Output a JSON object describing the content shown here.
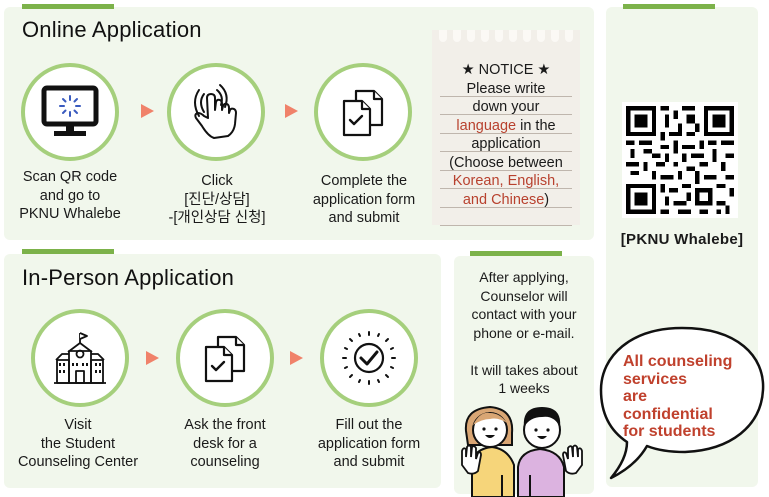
{
  "online": {
    "title": "Online Application",
    "steps": [
      {
        "icon": "monitor-loading-icon",
        "lines": [
          "Scan QR code",
          "and go to",
          "PKNU Whalebe"
        ]
      },
      {
        "icon": "tap-hand-icon",
        "lines": [
          "Click",
          "[진단/상담]",
          "-[개인상담 신청]"
        ]
      },
      {
        "icon": "documents-check-icon",
        "lines": [
          "Complete the",
          "application form",
          "and submit"
        ]
      }
    ],
    "notice": {
      "heading": "★ NOTICE ★",
      "line1": "Please write",
      "line2": "down your",
      "line3_red": "language",
      "line3_rest": " in the",
      "line4": "application",
      "line5": "(Choose between",
      "line6_red": "Korean, English,",
      "line7_red": "and Chinese",
      "line7_rest": ")"
    }
  },
  "in_person": {
    "title": "In-Person Application",
    "steps": [
      {
        "icon": "school-building-icon",
        "lines": [
          "Visit",
          "the Student",
          "Counseling Center"
        ]
      },
      {
        "icon": "documents-check-icon",
        "lines": [
          "Ask the front",
          "desk for a",
          "counseling"
        ]
      },
      {
        "icon": "approved-check-icon",
        "lines": [
          "Fill out the",
          "application form",
          "and submit"
        ]
      }
    ]
  },
  "after": {
    "lines": [
      "After applying,",
      "Counselor will",
      "contact with your",
      "phone or e-mail.",
      "",
      "It will takes about",
      "1 weeks"
    ]
  },
  "qr": {
    "caption": "[PKNU Whalebe]"
  },
  "bubble": {
    "lines": [
      "All counseling",
      "services",
      "are",
      "confidential",
      "for students"
    ]
  },
  "colors": {
    "panel_bg": "#f1f7ec",
    "accent_green": "#7cb24a",
    "circle_border": "#a5cf7c",
    "arrow": "#f0826a",
    "highlight_red": "#b8412e"
  }
}
